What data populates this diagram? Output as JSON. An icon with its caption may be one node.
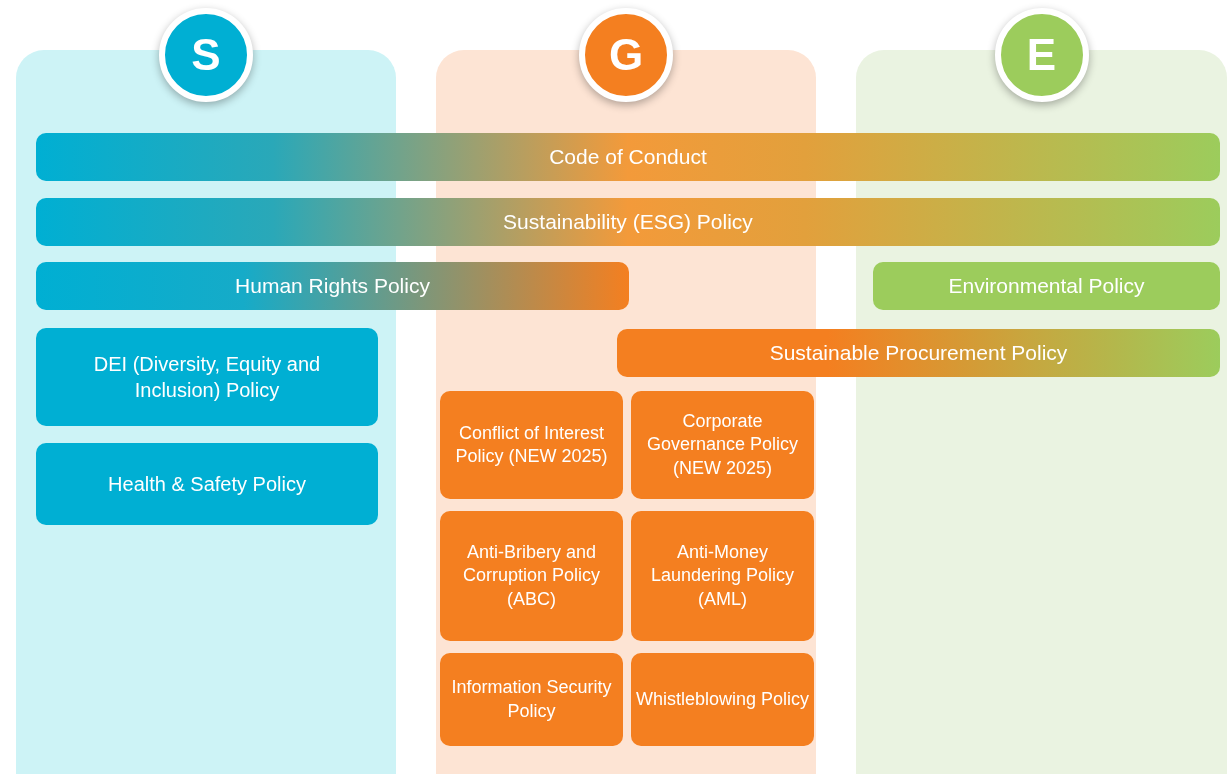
{
  "diagram": {
    "nodes": [
      {
        "text": [
          "S"
        ]
      },
      {
        "text": [
          "G"
        ]
      },
      {
        "text": [
          "E"
        ]
      },
      {
        "text": [
          "Code of Conduct"
        ]
      },
      {
        "text": [
          "Sustainability (ESG) Policy"
        ]
      },
      {
        "text": [
          "Human Rights Policy"
        ]
      },
      {
        "text": [
          "Environmental Policy"
        ],
        "in": 2
      },
      {
        "text": [
          "Sustainable Procurement Policy"
        ]
      },
      {
        "text": [
          "DEI (Diversity, Equity and Inclusion) Policy"
        ],
        "in": 0
      },
      {
        "text": [
          "Health & Safety Policy"
        ],
        "in": 0
      },
      {
        "text": [
          "Conflict of Interest Policy (NEW 2025)"
        ],
        "in": 1
      },
      {
        "text": [
          "Corporate Governance Policy (NEW 2025)"
        ],
        "in": 1
      },
      {
        "text": [
          "Anti-Bribery and Corruption Policy (ABC)"
        ],
        "in": 1
      },
      {
        "text": [
          "Anti-Money Laundering Policy (AML)"
        ],
        "in": 1
      },
      {
        "text": [
          "Information Security Policy"
        ],
        "in": 1
      },
      {
        "text": [
          "Whistleblowing Policy"
        ],
        "in": 1
      }
    ]
  }
}
